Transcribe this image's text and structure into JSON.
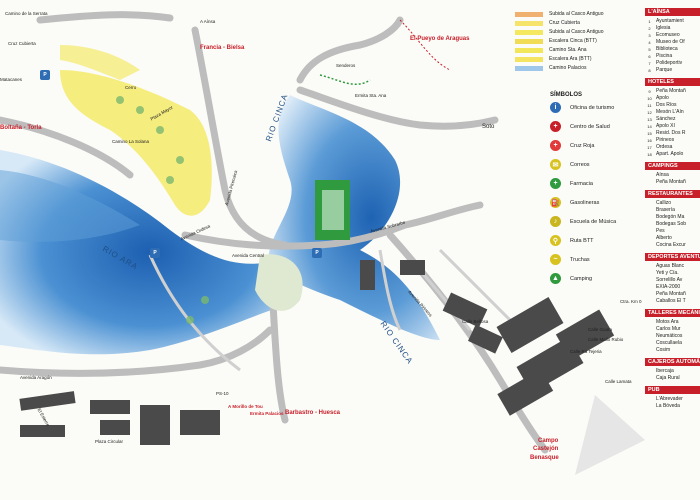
{
  "map_labels": {
    "francia_bielsa": "Francia - Bielsa",
    "pueyo": "El Pueyo de Araguas",
    "boltana": "Boltaña - Torla",
    "soto": "Soto",
    "rio_cinca_upper": "RIO CINCA",
    "rio_cinca_lower": "RIO CINCA",
    "rio_ara": "RIO ARA",
    "barbastro": "Barbastro - Huesca",
    "campo": "Campo",
    "castejon": "Castejón",
    "benasque": "Benasque",
    "av_pirenaica": "Avenida Pirenaica",
    "av_ordesa": "Avenida Ordesa",
    "av_central": "Avenida Central",
    "av_sobrarbe": "Avenida Sobrarbe",
    "av_aragon": "Avenida Aragón",
    "av_pirineos": "Avenida Pirineos",
    "plaza_mayor": "Plaza Mayor",
    "camino_solano": "Camino La Solana",
    "cruz_cubierta": "Cruz Cubierta",
    "senderos": "Senderos",
    "ermita": "Ermita Sta. Ana",
    "a_morillo": "A Morillo de Tou",
    "ermita_palacios": "Ermita Palacios",
    "el_esterre": "El Esterre",
    "plaza_circular": "Plaza Circular",
    "calle_bellosa": "Calle Bellosa",
    "calle_ra": "Calle Ra Tejeria",
    "calle_mallo": "Calle Mallo Rubio",
    "calle_guara": "Calle Guara",
    "calle_lamata": "Calle Lamata",
    "ctra_km": "Ctra. Km 0",
    "camino_sorrosal": "Camino de la Serrata",
    "matacanes": "Matacanes",
    "cerro": "Cerro",
    "a_ainsa": "A Aínsa",
    "ps": "PS-10"
  },
  "legend": {
    "routes": [
      {
        "label": "Subida al Casco Antiguo",
        "color": "#f0b070"
      },
      {
        "label": "Cruz Cubierta",
        "color": "#f6e46a"
      },
      {
        "label": "Subida al Casco Antiguo",
        "color": "#f3e860"
      },
      {
        "label": "Escalera Cinca (BTT)",
        "color": "#f0dd55"
      },
      {
        "label": "Camino Sta. Ana",
        "color": "#f2e75a"
      },
      {
        "label": "Escalera Ara (BTT)",
        "color": "#f5e460"
      },
      {
        "label": "Camino Palacios",
        "color": "#9ec7ea"
      }
    ],
    "symbols_title": "SÍMBOLOS",
    "symbols": [
      {
        "label": "Oficina de turismo",
        "icon": "info-icon",
        "glyph": "i",
        "color": "#2e6db4"
      },
      {
        "label": "Centro de Salud",
        "icon": "health-icon",
        "glyph": "+",
        "color": "#c8202a"
      },
      {
        "label": "Cruz Roja",
        "icon": "red-cross-icon",
        "glyph": "+",
        "color": "#e03a3a"
      },
      {
        "label": "Correos",
        "icon": "post-icon",
        "glyph": "✉",
        "color": "#d7c21f"
      },
      {
        "label": "Farmacia",
        "icon": "pharmacy-icon",
        "glyph": "+",
        "color": "#2f9a3e"
      },
      {
        "label": "Gasolineras",
        "icon": "fuel-icon",
        "glyph": "⛽",
        "color": "#d7c21f"
      },
      {
        "label": "Escuela de Música",
        "icon": "music-icon",
        "glyph": "♪",
        "color": "#c9b51d"
      },
      {
        "label": "Ruta BTT",
        "icon": "bike-icon",
        "glyph": "⚲",
        "color": "#d7c21f"
      },
      {
        "label": "Truchas",
        "icon": "fish-icon",
        "glyph": "~",
        "color": "#d7c21f"
      },
      {
        "label": "Camping",
        "icon": "tent-icon",
        "glyph": "▲",
        "color": "#2f9a3e"
      }
    ]
  },
  "index": {
    "sections": [
      {
        "title": "L'AÍNSA",
        "items": [
          {
            "num": "1",
            "label": "Ayuntamient"
          },
          {
            "num": "2",
            "label": "Iglesia"
          },
          {
            "num": "3",
            "label": "Ecomuseo"
          },
          {
            "num": "4",
            "label": "Museo de Of"
          },
          {
            "num": "5",
            "label": "Biblioteca"
          },
          {
            "num": "6",
            "label": "Piscina"
          },
          {
            "num": "7",
            "label": "Polideportiv"
          },
          {
            "num": "8",
            "label": "Parque"
          }
        ]
      },
      {
        "title": "HOTELES",
        "items": [
          {
            "num": "9",
            "label": "Peña Montañ"
          },
          {
            "num": "10",
            "label": "Apolo"
          },
          {
            "num": "11",
            "label": "Dos Ríos"
          },
          {
            "num": "12",
            "label": "Mesón L'Aín"
          },
          {
            "num": "13",
            "label": "Sánchez"
          },
          {
            "num": "14",
            "label": "Apolo XI"
          },
          {
            "num": "15",
            "label": "Resid. Dos R"
          },
          {
            "num": "16",
            "label": "Pirineos"
          },
          {
            "num": "17",
            "label": "Ordesa"
          },
          {
            "num": "18",
            "label": "Apart. Apolo"
          }
        ]
      },
      {
        "title": "CAMPINGS",
        "items": [
          {
            "num": "",
            "label": "Aínsa"
          },
          {
            "num": "",
            "label": "Peña Montañ"
          }
        ]
      },
      {
        "title": "RESTAURANTES",
        "items": [
          {
            "num": "",
            "label": "Callizo"
          },
          {
            "num": "",
            "label": "Brasería"
          },
          {
            "num": "",
            "label": "Bodegón Ma"
          },
          {
            "num": "",
            "label": "Bodegas Sob"
          },
          {
            "num": "",
            "label": "Pes"
          },
          {
            "num": "",
            "label": "Alberto"
          },
          {
            "num": "",
            "label": "Cocina Excur"
          }
        ]
      },
      {
        "title": "DEPORTES AVENTU",
        "items": [
          {
            "num": "",
            "label": "Aguas Blanc"
          },
          {
            "num": "",
            "label": "Yeti y Cía."
          },
          {
            "num": "",
            "label": "Sorrelillo Av"
          },
          {
            "num": "",
            "label": "EXIA-2000"
          },
          {
            "num": "",
            "label": "Peña Montañ"
          },
          {
            "num": "",
            "label": "Caballos El T"
          }
        ]
      },
      {
        "title": "TALLERES MECÁNI",
        "items": [
          {
            "num": "",
            "label": "Motos Ara"
          },
          {
            "num": "",
            "label": "Carlos Mur"
          },
          {
            "num": "",
            "label": "Neumáticos"
          },
          {
            "num": "",
            "label": "Coscullaela"
          },
          {
            "num": "",
            "label": "Cosim"
          }
        ]
      },
      {
        "title": "CAJEROS AUTOMÁ",
        "items": [
          {
            "num": "",
            "label": "Ibercaja"
          },
          {
            "num": "",
            "label": "Caja Rural"
          }
        ]
      },
      {
        "title": "PUB",
        "items": [
          {
            "num": "",
            "label": "L'Abrevader"
          },
          {
            "num": "",
            "label": "La Bóveda"
          }
        ]
      }
    ]
  },
  "colors": {
    "water": "#3a7fc4",
    "water_light": "#bfdaf0",
    "road": "#bcbcbc",
    "block": "#4a4a4a",
    "oldtown": "#f4ea6a",
    "accent_red": "#c8202a",
    "green": "#2f9a3e"
  }
}
